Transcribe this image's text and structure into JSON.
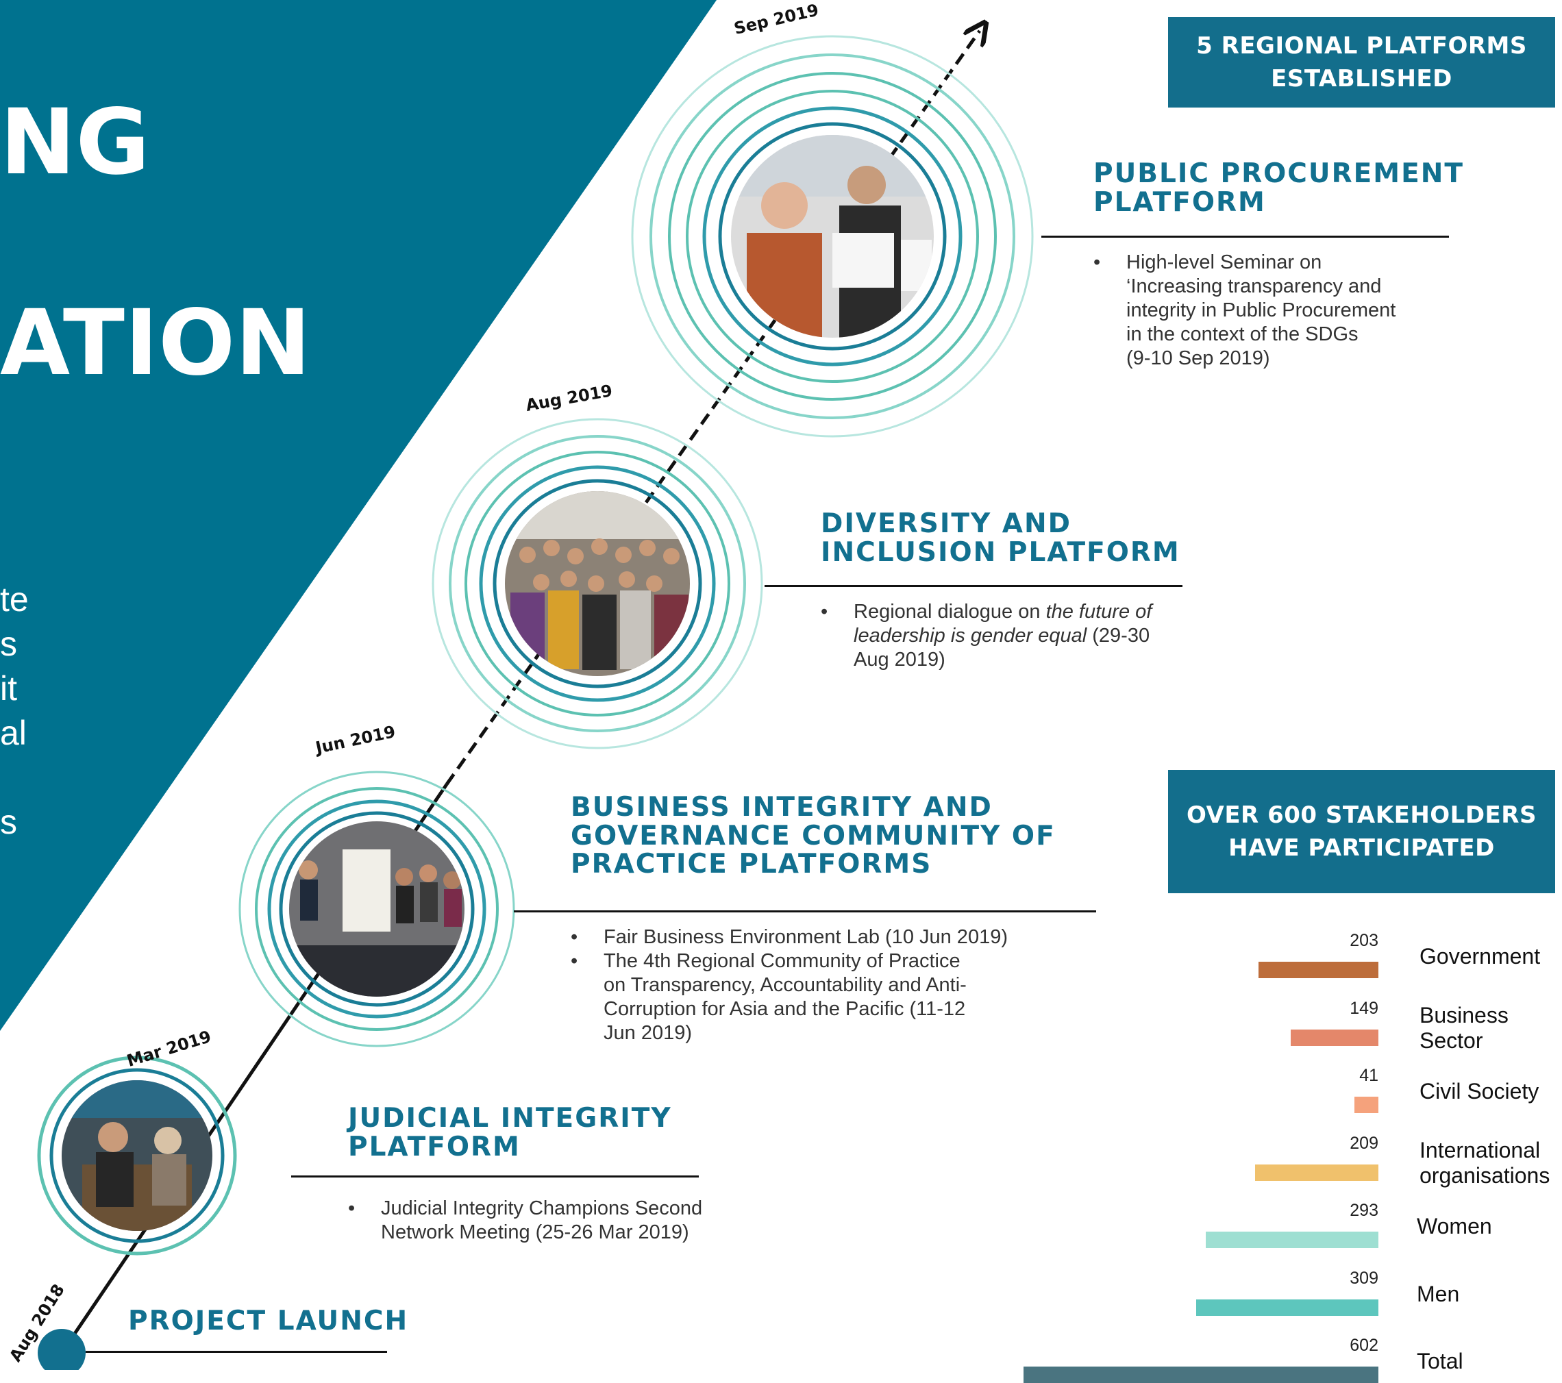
{
  "hero": {
    "title_line1": "NG",
    "title_line2": "ATION",
    "text_fragments": [
      "te",
      "s",
      "it",
      "al",
      "s"
    ],
    "background_color": "#00728f"
  },
  "timeline": {
    "milestones": [
      {
        "date": "Aug 2018",
        "title_lines": [
          "PROJECT LAUNCH"
        ],
        "bullets": []
      },
      {
        "date": "Mar 2019",
        "photo": "judicial-panel-photo",
        "title_lines": [
          "JUDICIAL INTEGRITY",
          "PLATFORM"
        ],
        "bullets": [
          [
            "Judicial Integrity Champions Second",
            "Network Meeting  (25-26 Mar 2019)"
          ]
        ]
      },
      {
        "date": "Jun 2019",
        "photo": "business-workshop-photo",
        "title_lines": [
          "BUSINESS INTEGRITY AND",
          "GOVERNANCE COMMUNITY OF",
          "PRACTICE  PLATFORMS"
        ],
        "bullets": [
          [
            "Fair Business Environment Lab  (10 Jun 2019)"
          ],
          [
            "The 4th Regional Community of Practice",
            "on Transparency, Accountability and Anti-",
            "Corruption for Asia and the Pacific  (11-12",
            "Jun 2019)"
          ]
        ]
      },
      {
        "date": "Aug 2019",
        "photo": "group-photo",
        "title_lines": [
          "DIVERSITY AND",
          "INCLUSION PLATFORM"
        ],
        "bullets": [
          [
            "Regional dialogue on ",
            "the future of",
            "leadership is gender equal",
            " (29-30",
            "Aug 2019)"
          ]
        ]
      },
      {
        "date": "Sep 2019",
        "photo": "seminar-speaker-photo",
        "title_lines": [
          "PUBLIC PROCUREMENT",
          "PLATFORM"
        ],
        "bullets": [
          [
            "High-level Seminar on",
            "‘Increasing transparency and",
            "integrity in Public Procurement",
            "in the context of the SDGs",
            "(9-10 Sep 2019)"
          ]
        ]
      }
    ]
  },
  "boxes": {
    "platforms": [
      "5 REGIONAL PLATFORMS",
      "ESTABLISHED"
    ],
    "stakeholders": [
      "OVER 600 STAKEHOLDERS",
      "HAVE PARTICIPATED"
    ]
  },
  "chart_data": {
    "type": "bar",
    "orientation": "horizontal",
    "categories": [
      "Government",
      "Business Sector",
      "Civil Society",
      "International organisations",
      "Women",
      "Men",
      "Total"
    ],
    "category_lines": [
      [
        "Government"
      ],
      [
        "Business",
        "Sector"
      ],
      [
        "Civil Society"
      ],
      [
        "International",
        "organisations"
      ],
      [
        "Women"
      ],
      [
        "Men"
      ],
      [
        "Total"
      ]
    ],
    "values": [
      203,
      149,
      41,
      209,
      293,
      309,
      602
    ],
    "labels": [
      "203",
      "149",
      "41",
      "209",
      "293",
      "309",
      "602"
    ],
    "colors": [
      "#bd6d3b",
      "#e4876a",
      "#f5a27c",
      "#f0c16c",
      "#9edfd2",
      "#5dc6bd",
      "#4a7480"
    ],
    "xlim": [
      0,
      602
    ]
  },
  "colors": {
    "brand": "#136e8c",
    "ring_dark": "#1a7d96",
    "ring_mid": "#5cc1b1",
    "ring_light": "#b7e6df"
  }
}
